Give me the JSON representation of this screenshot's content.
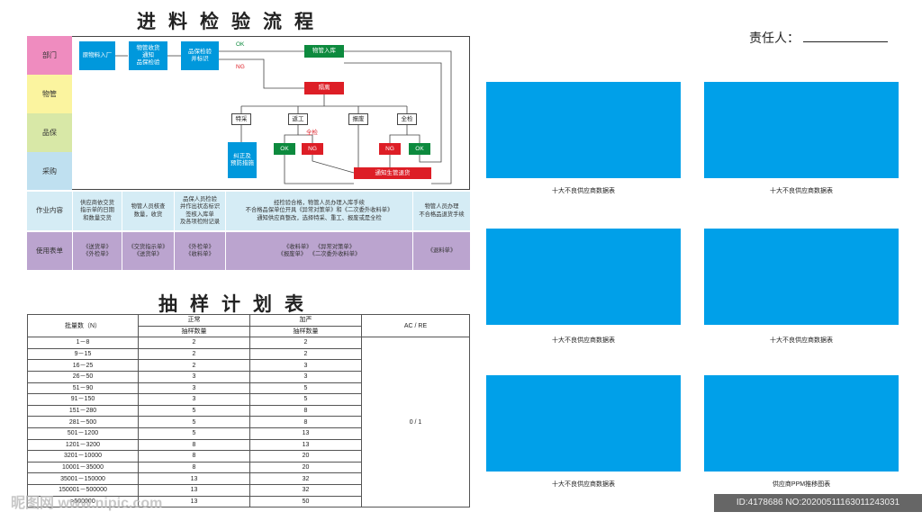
{
  "flow_title": "进料检验流程",
  "responsible_label": "责任人：",
  "lanes": [
    "部门",
    "物管",
    "品保",
    "采购",
    "作业内容",
    "使用表单"
  ],
  "flow": {
    "raw_in": "原物料入厂",
    "receive": "物管收货\n通知\n品保检验",
    "inspect": "品保检验\n并标识",
    "ok_label": "OK",
    "ng_label": "NG",
    "warehouse": "物管入库",
    "isolate": "隔离",
    "special": "特采",
    "rework": "返工",
    "scrap": "报废",
    "full_check": "全检",
    "full_check_label": "全检",
    "correct": "纠正及\n预防措施",
    "ok1": "OK",
    "ng1": "NG",
    "ng2": "NG",
    "ok2": "OK",
    "notify_return": "通知生管退货"
  },
  "work_content": [
    "供应商依交货\n指示单的日期\n和数量交货",
    "物管人员核查\n数量，收货",
    "品保人员检验\n并作出状态标识\n签核入库单\n及各项检附记录",
    "经检验合格，物管人员办理入库手续\n不合格品保单位开具《异常对策单》和《二次委外收料单》\n通知供应商整改，选择特采、重工、报废或是全检",
    "物管人员办理\n不合格品退货手续"
  ],
  "forms": [
    "《送货单》\n《外检单》",
    "《交货指示单》\n《送货单》",
    "《外检单》\n《收料单》",
    "《收料单》  《异常对策单》\n《报废单》  《二次委外收料单》",
    "《退料单》"
  ],
  "sampling_title": "抽样计划表",
  "sampling": {
    "col_batch": "批量数（N）",
    "col_normal": "正常",
    "col_tight": "加严",
    "col_acre": "AC / RE",
    "sub_qty": "抽样数量",
    "acre_value": "0 / 1",
    "rows": [
      [
        "1－8",
        "2",
        "2"
      ],
      [
        "9－15",
        "2",
        "2"
      ],
      [
        "16－25",
        "2",
        "3"
      ],
      [
        "26－50",
        "3",
        "3"
      ],
      [
        "51－90",
        "3",
        "5"
      ],
      [
        "91－150",
        "3",
        "5"
      ],
      [
        "151－280",
        "5",
        "8"
      ],
      [
        "281－500",
        "5",
        "8"
      ],
      [
        "501－1200",
        "5",
        "13"
      ],
      [
        "1201－3200",
        "8",
        "13"
      ],
      [
        "3201－10000",
        "8",
        "20"
      ],
      [
        "10001－35000",
        "8",
        "20"
      ],
      [
        "35001－150000",
        "13",
        "32"
      ],
      [
        "150001－500000",
        "13",
        "32"
      ],
      [
        ">500000",
        "13",
        "50"
      ]
    ]
  },
  "panels": [
    "十大不良供应商数据表",
    "十大不良供应商数据表",
    "十大不良供应商数据表",
    "十大不良供应商数据表",
    "十大不良供应商数据表",
    "供应商PPM推移图表"
  ],
  "watermark": "昵图网 www.nipic.com",
  "image_id": "ID:4178686 NO:20200511163011243031",
  "colors": {
    "lane_pink": "#ef8cbf",
    "lane_yellow": "#fbf49f",
    "lane_green": "#d8e8a7",
    "lane_cyan": "#bfe0f0",
    "band_blue": "#d5ecf5",
    "band_purple": "#bba4cf",
    "panel_blue": "#00a0e9"
  }
}
